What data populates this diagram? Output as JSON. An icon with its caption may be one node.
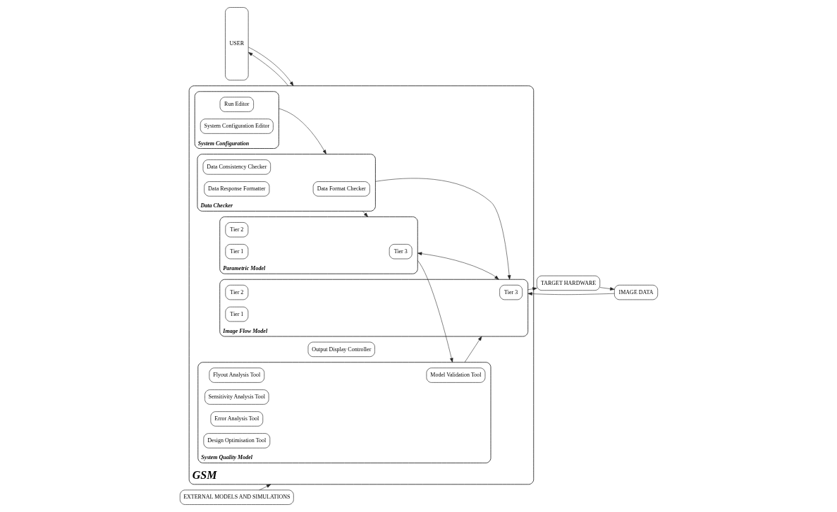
{
  "diagram": {
    "nodes": [
      {
        "text": [
          "USER"
        ]
      },
      {
        "text": [
          "GSM"
        ]
      },
      {
        "text": [
          "Output Display Controller"
        ],
        "in": 1
      },
      {
        "text": [
          "System Configuration"
        ],
        "in": 1
      },
      {
        "text": [
          "Run Editor"
        ],
        "in": 3
      },
      {
        "text": [
          "System Configuration Editor"
        ],
        "in": 3
      },
      {
        "text": [
          "Data Checker"
        ],
        "in": 1
      },
      {
        "text": [
          "Data Format Checker"
        ],
        "in": 6
      },
      {
        "text": [
          "Data Consistency Checker"
        ],
        "in": 6
      },
      {
        "text": [
          "Data Response Formatter"
        ],
        "in": 6
      },
      {
        "text": [
          "Parametric Model"
        ],
        "in": 1
      },
      {
        "text": [
          "Tier 3"
        ],
        "in": 10
      },
      {
        "text": [
          "Tier 2"
        ],
        "in": 10
      },
      {
        "text": [
          "Tier 1"
        ],
        "in": 10
      },
      {
        "text": [
          "Image Flow Model"
        ],
        "in": 1
      },
      {
        "text": [
          "Tier 3"
        ],
        "in": 14
      },
      {
        "text": [
          "Tier 2"
        ],
        "in": 14
      },
      {
        "text": [
          "Tier 1"
        ],
        "in": 14
      },
      {
        "text": [
          "System Quality Model"
        ],
        "in": 1
      },
      {
        "text": [
          "Model Validation Tool"
        ],
        "in": 18
      },
      {
        "text": [
          "Flyout Analysis Tool"
        ],
        "in": 18
      },
      {
        "text": [
          "Sensitivity Analysis Tool"
        ],
        "in": 18
      },
      {
        "text": [
          "Error Analysis Tool"
        ],
        "in": 18
      },
      {
        "text": [
          "Design Optimisation Tool"
        ],
        "in": 18
      },
      {
        "text": [
          "EXTERNAL MODELS AND SIMULATIONS"
        ]
      },
      {
        "text": [
          "TARGET HARDWARE"
        ]
      },
      {
        "text": [
          "IMAGE DATA"
        ]
      }
    ],
    "edges": [
      {
        "from": 0,
        "to": 1,
        "arrow": "to"
      },
      {
        "from": 1,
        "to": 0,
        "arrow": "to"
      },
      {
        "from": 3,
        "to": 6,
        "arrow": "to"
      },
      {
        "from": 6,
        "to": 10,
        "arrow": "to"
      },
      {
        "from": 6,
        "to": 14,
        "arrow": "to"
      },
      {
        "from": 10,
        "to": 18,
        "arrow": "to"
      },
      {
        "from": 10,
        "to": 14,
        "arrow": "both"
      },
      {
        "from": 18,
        "to": 14,
        "arrow": "to"
      },
      {
        "from": 24,
        "to": 1,
        "arrow": "to"
      },
      {
        "from": 14,
        "to": 25,
        "arrow": "to"
      },
      {
        "from": 25,
        "to": 26,
        "arrow": "to"
      },
      {
        "from": 26,
        "to": 14,
        "arrow": "to"
      }
    ]
  }
}
